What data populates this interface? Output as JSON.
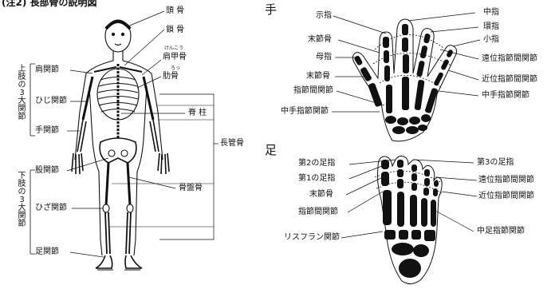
{
  "header": {
    "title": "(注2) 長部骨の説明図"
  },
  "skeleton": {
    "labels": {
      "skull": "頭 骨",
      "clavicle": "鎖 骨",
      "scapula_ruby": "けんこう",
      "scapula": "肩甲骨",
      "rib_ruby": "ろっ",
      "rib": "肋骨",
      "spine": "脊 柱",
      "long_bone": "長管骨",
      "pelvis": "骨盤骨"
    },
    "upper_group": "上肢の3大関節",
    "lower_group": "下肢の3大関節",
    "upper_joints": [
      "肩関節",
      "ひじ関節",
      "手関節"
    ],
    "lower_joints": [
      "股関節",
      "ひざ関節",
      "足関節"
    ]
  },
  "hand": {
    "heading": "手",
    "labels": {
      "index": "示指",
      "middle": "中指",
      "ring": "環指",
      "little": "小指",
      "distal_bone": "末節骨",
      "thumb": "母指",
      "distal_bone2": "末節骨",
      "ip_joint": "指節間関節",
      "mcp_joint": "中手指節関節",
      "dip": "遠位指節間関節",
      "pip": "近位指節間関節",
      "mcp_right": "中手指節関節"
    }
  },
  "foot": {
    "heading": "足",
    "labels": {
      "second_toe": "第2の足指",
      "first_toe": "第1の足指",
      "distal_bone": "末節骨",
      "ip_joint": "指節間関節",
      "lisfranc": "リスフラン関節",
      "third_toe": "第3の足指",
      "dip": "遠位指節間関節",
      "pip": "近位指節間関節",
      "mtp": "中足指節関節"
    }
  }
}
